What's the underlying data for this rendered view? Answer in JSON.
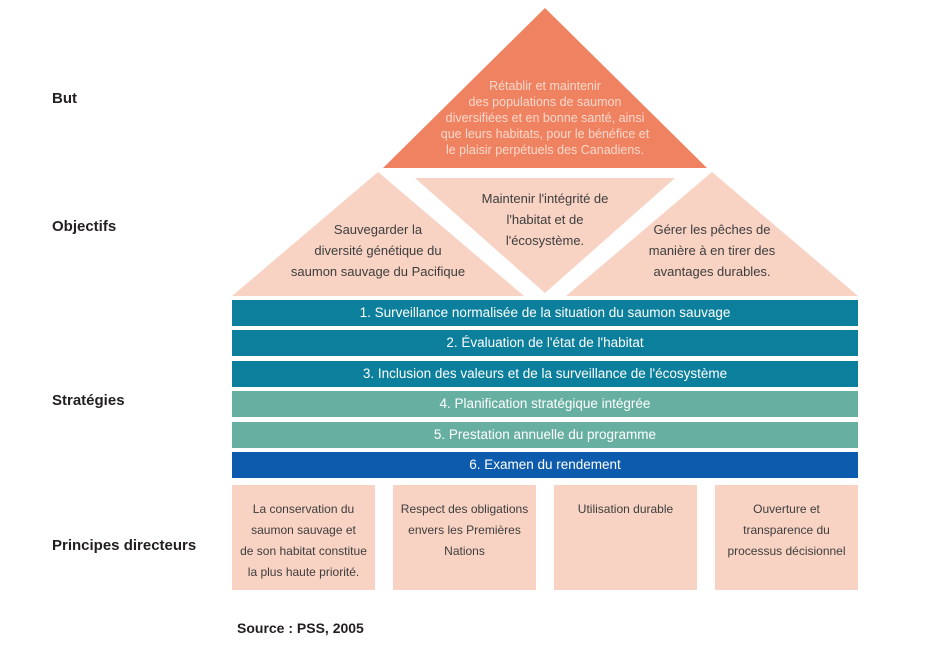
{
  "colors": {
    "goal_triangle": "#ef8261",
    "goal_text": "#fbd9cc",
    "objective_triangle": "#f8d3c3",
    "principle_box": "#f8d3c3",
    "strategy_teal": "#0b7f9c",
    "strategy_green": "#67b0a1",
    "strategy_blue": "#0d5bac",
    "label_text": "#231f20"
  },
  "row_labels": {
    "but": "But",
    "objectifs": "Objectifs",
    "strategies": "Stratégies",
    "principes": "Principes directeurs"
  },
  "goal": {
    "text": [
      "Rétablir et maintenir",
      "des populations de saumon",
      "diversifiées et en bonne santé, ainsi",
      "que leurs habitats, pour le bénéfice et",
      "le plaisir perpétuels des Canadiens."
    ]
  },
  "objectives": [
    {
      "text": [
        "Sauvegarder la",
        "diversité génétique du",
        "saumon sauvage du Pacifique"
      ]
    },
    {
      "text": [
        "Maintenir l'intégrité de",
        "l'habitat et de",
        "l'écosystème."
      ]
    },
    {
      "text": [
        "Gérer les pêches de",
        "manière à en tirer des",
        "avantages durables."
      ]
    }
  ],
  "strategies": [
    {
      "label": "1. Surveillance normalisée de la situation du saumon sauvage",
      "color": "#0b7f9c"
    },
    {
      "label": "2. Évaluation de l'état de l'habitat",
      "color": "#0b7f9c"
    },
    {
      "label": "3. Inclusion des valeurs et de la surveillance de l'écosystème",
      "color": "#0b7f9c"
    },
    {
      "label": "4. Planification stratégique intégrée",
      "color": "#67b0a1"
    },
    {
      "label": "5. Prestation annuelle du programme",
      "color": "#67b0a1"
    },
    {
      "label": "6. Examen du rendement",
      "color": "#0d5bac"
    }
  ],
  "principles": [
    {
      "text": [
        "La conservation du",
        "saumon sauvage et",
        "de son habitat constitue",
        "la plus haute priorité."
      ]
    },
    {
      "text": [
        "Respect des obligations",
        "envers les Premières",
        "Nations"
      ]
    },
    {
      "text": [
        "Utilisation durable"
      ]
    },
    {
      "text": [
        "Ouverture et",
        "transparence du",
        "processus décisionnel"
      ]
    }
  ],
  "source": "Source : PSS, 2005"
}
